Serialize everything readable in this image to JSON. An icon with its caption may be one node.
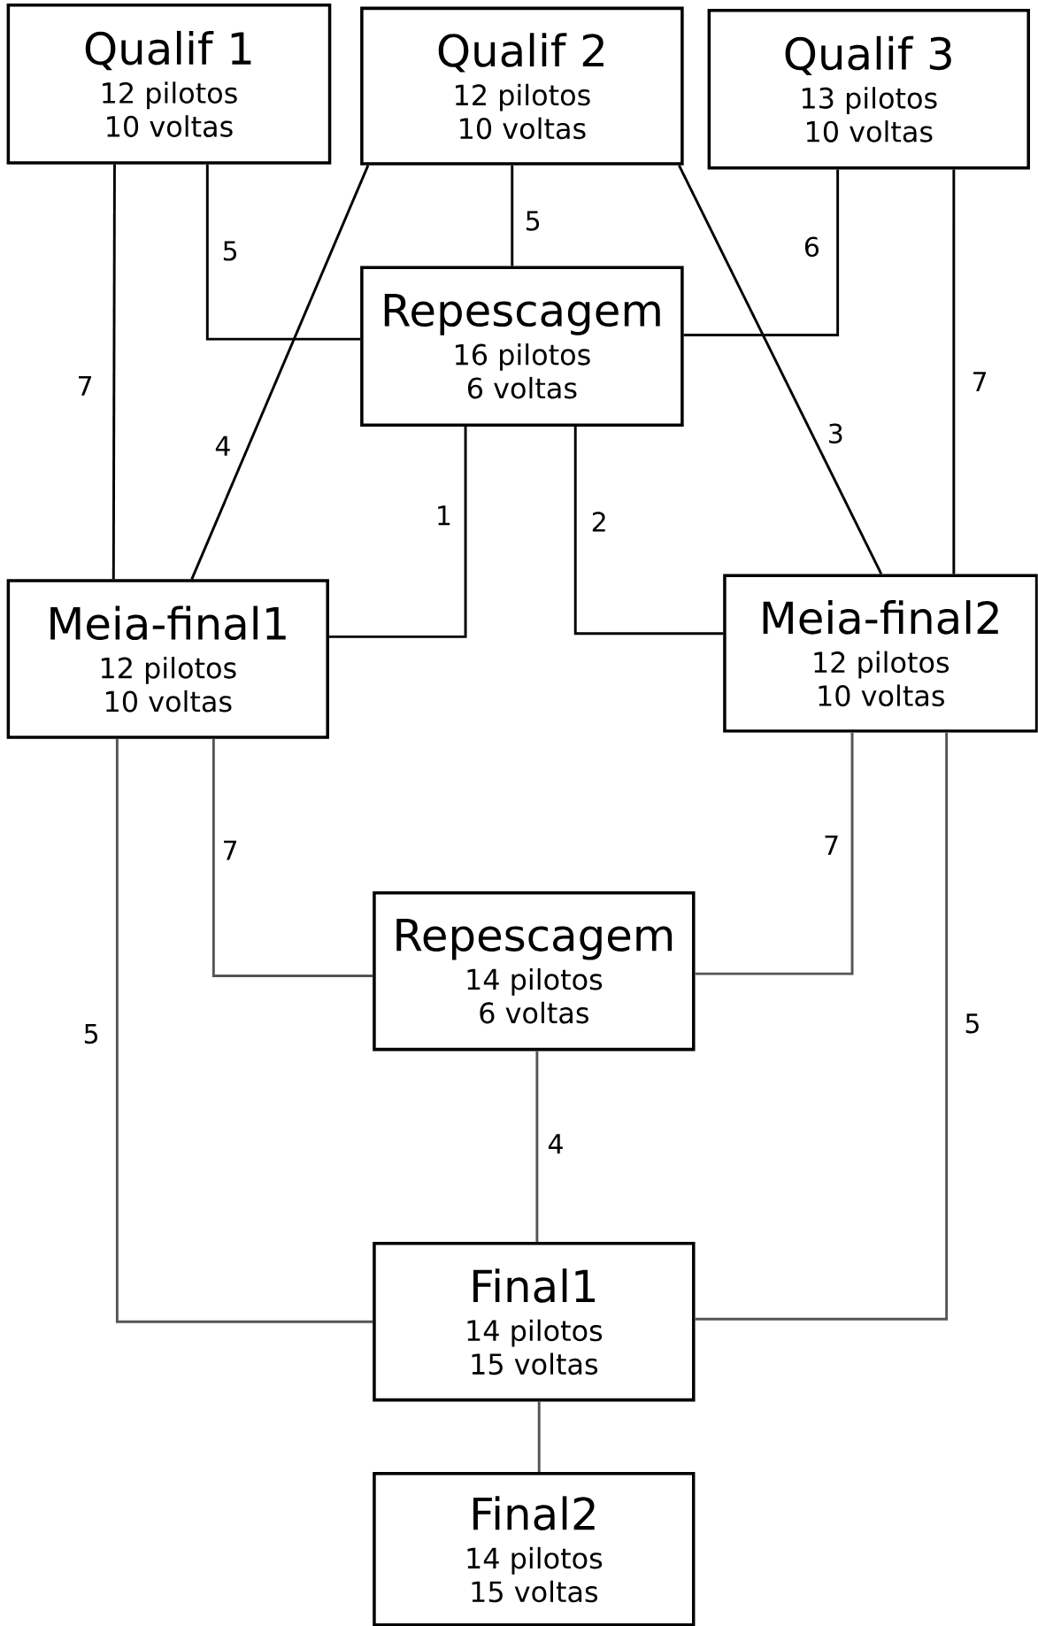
{
  "diagram": {
    "nodes": [
      {
        "text": [
          "Qualif 1",
          "12 pilotos",
          "10 voltas"
        ]
      },
      {
        "text": [
          "Qualif 2",
          "12 pilotos",
          "10 voltas"
        ]
      },
      {
        "text": [
          "Qualif 3",
          "13 pilotos",
          "10 voltas"
        ]
      },
      {
        "text": [
          "Repescagem",
          "16 pilotos",
          "6 voltas"
        ]
      },
      {
        "text": [
          "Meia-final1",
          "12 pilotos",
          "10 voltas"
        ]
      },
      {
        "text": [
          "Meia-final2",
          "12 pilotos",
          "10 voltas"
        ]
      },
      {
        "text": [
          "Repescagem",
          "14 pilotos",
          "6 voltas"
        ]
      },
      {
        "text": [
          "Final1",
          "14 pilotos",
          "15 voltas"
        ]
      },
      {
        "text": [
          "Final2",
          "14 pilotos",
          "15 voltas"
        ]
      }
    ],
    "edges": [
      {
        "from": 0,
        "to": 3,
        "arrow": "none",
        "label": "5"
      },
      {
        "from": 1,
        "to": 3,
        "arrow": "none",
        "label": "5"
      },
      {
        "from": 2,
        "to": 3,
        "arrow": "none",
        "label": "6"
      },
      {
        "from": 0,
        "to": 4,
        "arrow": "none",
        "label": "7"
      },
      {
        "from": 1,
        "to": 4,
        "arrow": "none",
        "label": "4"
      },
      {
        "from": 1,
        "to": 5,
        "arrow": "none",
        "label": "3"
      },
      {
        "from": 2,
        "to": 5,
        "arrow": "none",
        "label": "7"
      },
      {
        "from": 3,
        "to": 4,
        "arrow": "none",
        "label": "1"
      },
      {
        "from": 3,
        "to": 5,
        "arrow": "none",
        "label": "2"
      },
      {
        "from": 4,
        "to": 6,
        "arrow": "none",
        "label": "7",
        "color": "#555555"
      },
      {
        "from": 5,
        "to": 6,
        "arrow": "none",
        "label": "7",
        "color": "#555555"
      },
      {
        "from": 4,
        "to": 7,
        "arrow": "none",
        "label": "5",
        "color": "#555555"
      },
      {
        "from": 5,
        "to": 7,
        "arrow": "none",
        "label": "5",
        "color": "#555555"
      },
      {
        "from": 6,
        "to": 7,
        "arrow": "none",
        "label": "4",
        "color": "#555555"
      },
      {
        "from": 7,
        "to": 8,
        "arrow": "none",
        "color": "#555555"
      }
    ]
  }
}
